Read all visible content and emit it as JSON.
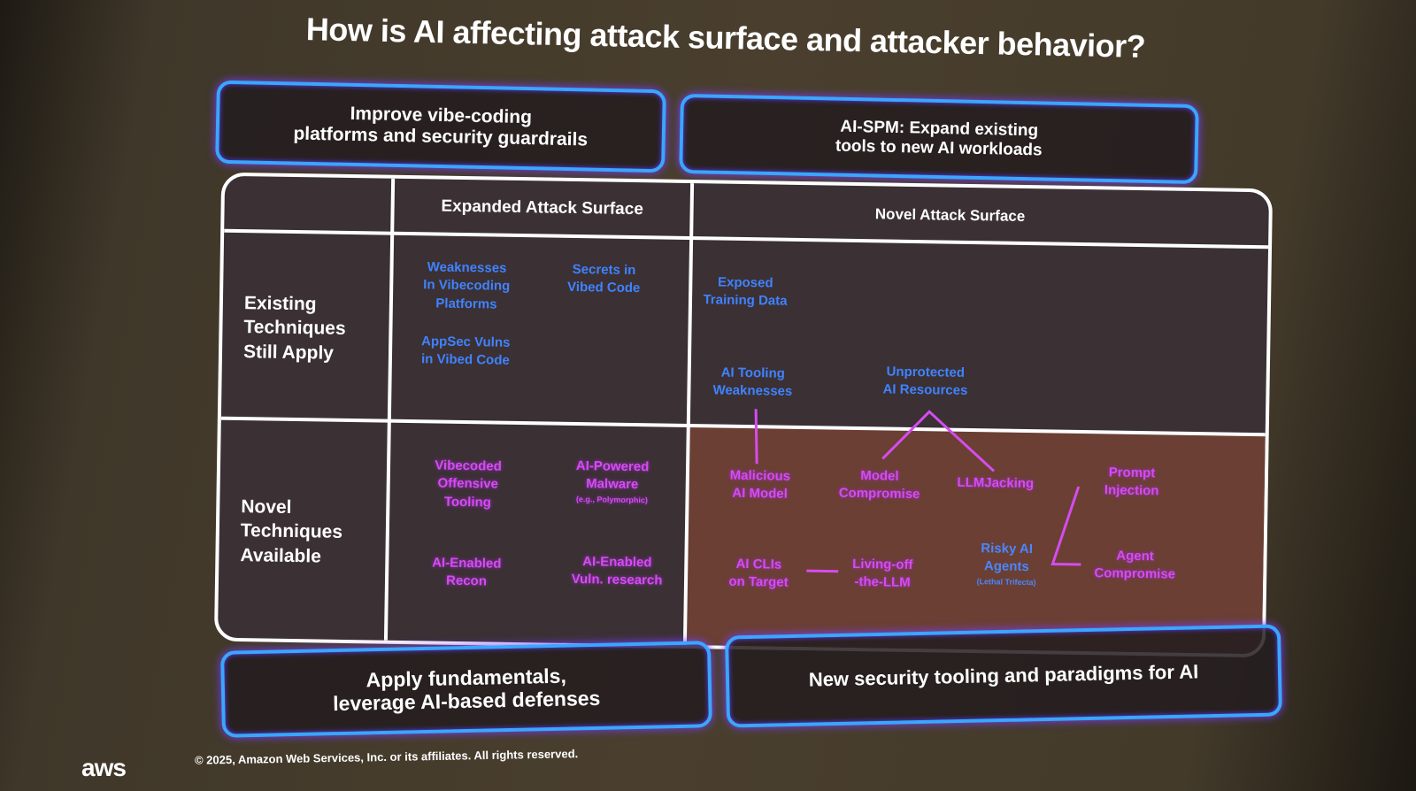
{
  "title": "How is AI affecting attack surface and attacker behavior?",
  "boxes": {
    "top_left": [
      "Improve vibe-coding",
      "platforms and security guardrails"
    ],
    "top_right": [
      "AI-SPM: Expand existing",
      "tools to new AI workloads"
    ],
    "bottom_left": [
      "Apply fundamentals,",
      "leverage AI-based defenses"
    ],
    "bottom_right": "New security tooling and paradigms for AI"
  },
  "table": {
    "col_headers": [
      "Expanded Attack Surface",
      "Novel Attack Surface"
    ],
    "row_headers": [
      [
        "Existing",
        "Techniques",
        "Still Apply"
      ],
      [
        "Novel",
        "Techniques",
        "Available"
      ]
    ],
    "existing_expanded": [
      [
        "Weaknesses",
        "In Vibecoding",
        "Platforms"
      ],
      [
        "Secrets in",
        "Vibed Code"
      ],
      [
        "AppSec Vulns",
        "in Vibed Code"
      ]
    ],
    "existing_novel": [
      [
        "Exposed",
        "Training Data"
      ],
      [
        "AI Tooling",
        "Weaknesses"
      ],
      [
        "Unprotected",
        "AI Resources"
      ]
    ],
    "novel_expanded": [
      [
        "Vibecoded",
        "Offensive",
        "Tooling"
      ],
      [
        "AI-Powered",
        "Malware"
      ],
      [
        "AI-Enabled",
        "Recon"
      ],
      [
        "AI-Enabled",
        "Vuln. research"
      ]
    ],
    "malware_note": "(e.g., Polymorphic)",
    "novel_novel": [
      [
        "Malicious",
        "AI Model"
      ],
      [
        "Model",
        "Compromise"
      ],
      [
        "LLMJacking"
      ],
      [
        "Prompt",
        "Injection"
      ],
      [
        "AI CLIs",
        "on Target"
      ],
      [
        "Living-off",
        "-the-LLM"
      ],
      [
        "Risky AI",
        "Agents"
      ],
      [
        "Agent",
        "Compromise"
      ]
    ],
    "agents_note": "(Lethal Trifecta)"
  },
  "footer": "© 2025, Amazon Web Services, Inc. or its affiliates. All rights reserved.",
  "logo": "aws",
  "colors": {
    "blue_text": "#3f83ff",
    "magenta_text": "#d54cf0",
    "box_border": "#3aa6ff"
  }
}
